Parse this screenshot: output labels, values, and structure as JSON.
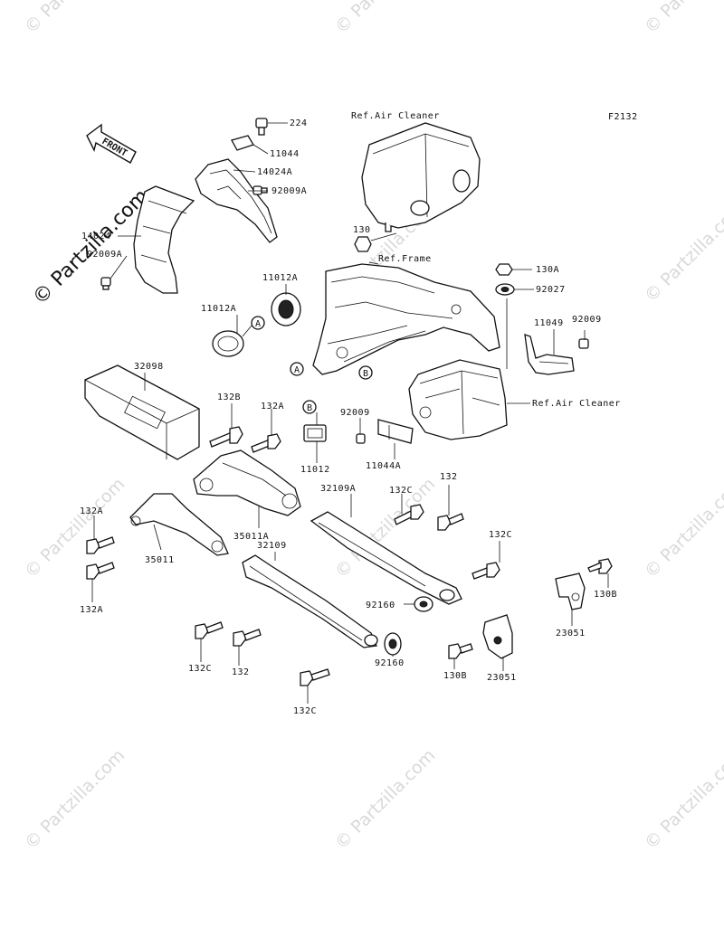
{
  "figure_code": "F2132",
  "watermark_text": "© Partzilla.com",
  "brand_text": "© Partzilla.com",
  "front_arrow_label": "FRONT",
  "labels": {
    "p224": "224",
    "p11044": "11044",
    "p14024A": "14024A",
    "p92009A_top": "92009A",
    "p14024": "14024",
    "p92009A_left": "92009A",
    "ref_air_cleaner_top": "Ref.Air Cleaner",
    "p130": "130",
    "ref_frame": "Ref.Frame",
    "p130A": "130A",
    "p92027": "92027",
    "p11012A_top": "11012A",
    "p11012A_left": "11012A",
    "p11049": "11049",
    "p92009_right": "92009",
    "p32098": "32098",
    "ref_air_cleaner_mid": "Ref.Air Cleaner",
    "p132B": "132B",
    "p132A_mid": "132A",
    "p92009_mid": "92009",
    "p11012": "11012",
    "p11044A": "11044A",
    "p32109A": "32109A",
    "p132C_top": "132C",
    "p132_right": "132",
    "p132A_left": "132A",
    "p35011A": "35011A",
    "p32109": "32109",
    "p35011": "35011",
    "p132C_right": "132C",
    "p132A_low": "132A",
    "p130B_right": "130B",
    "p92160_top": "92160",
    "p23051_right": "23051",
    "p92160_low": "92160",
    "p132C_low": "132C",
    "p132_low": "132",
    "p130B_low": "130B",
    "p23051_low": "23051",
    "p132C_bottom": "132C",
    "callout_A1": "A",
    "callout_A2": "A",
    "callout_B1": "B",
    "callout_B2": "B"
  }
}
